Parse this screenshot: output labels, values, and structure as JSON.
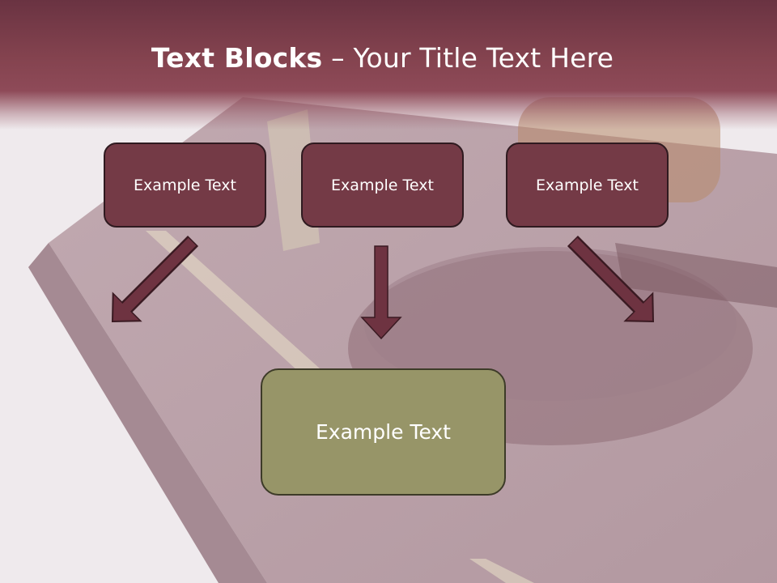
{
  "title": {
    "bold": "Text Blocks",
    "separator": " – ",
    "rest": "Your Title Text Here"
  },
  "blocks": [
    {
      "label": "Example Text"
    },
    {
      "label": "Example Text"
    },
    {
      "label": "Example Text"
    }
  ],
  "result_block": {
    "label": "Example Text"
  },
  "colors": {
    "title_band": "#84434f",
    "block_fill": "#743a46",
    "result_fill": "#979568",
    "arrow_fill": "#6e3341"
  }
}
